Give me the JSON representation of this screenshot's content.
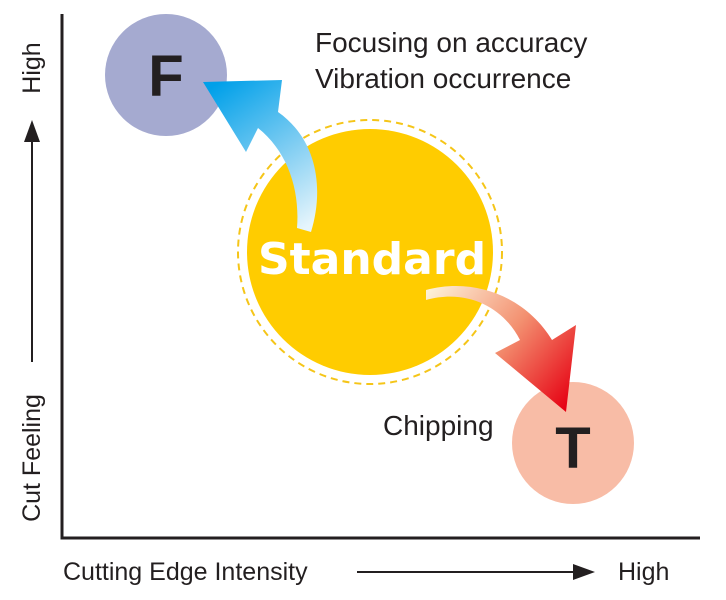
{
  "axes": {
    "x_label": "Cutting Edge Intensity",
    "x_high": "High",
    "y_label": "Cut Feeling",
    "y_high": "High"
  },
  "nodes": {
    "f": {
      "letter": "F",
      "color": "#a5aad0"
    },
    "standard": {
      "label": "Standard",
      "color": "#ffcc00",
      "halo_color": "#f5c518"
    },
    "t": {
      "letter": "T",
      "color": "#f8bca6"
    }
  },
  "annotations": {
    "f_line1": "Focusing on accuracy",
    "f_line2": "Vibration occurrence",
    "t_line": "Chipping"
  },
  "colors": {
    "axis": "#231f20",
    "arrow_blue": "#00a0e9",
    "arrow_red": "#e60012"
  }
}
